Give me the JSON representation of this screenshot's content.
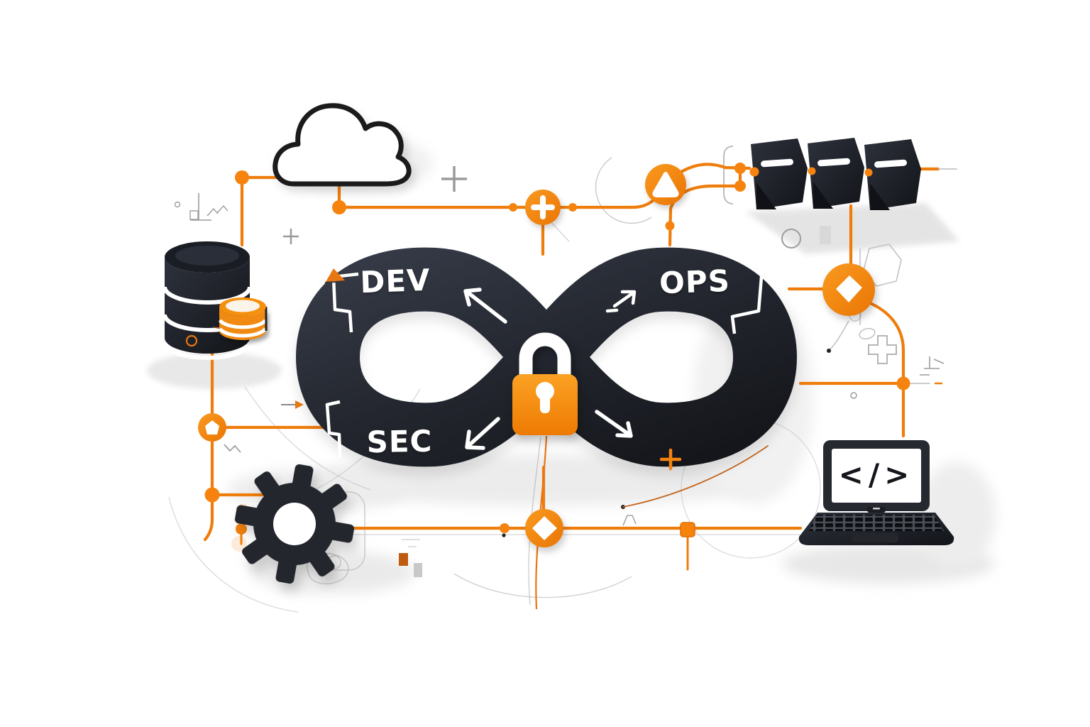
{
  "illustration": {
    "title": "DevSecOps infinity loop illustration",
    "loop": {
      "dev_label": "DEV",
      "ops_label": "OPS",
      "sec_label": "SEC"
    },
    "laptop": {
      "code_label": "</>"
    },
    "colors": {
      "accent_orange": "#F5830E",
      "accent_orange_line": "#EE7D0C",
      "band_dark": "#262A33",
      "band_dark_deep": "#16181D",
      "sketch_gray": "#9C9C9C",
      "white": "#FFFFFF"
    },
    "icons": [
      {
        "name": "cloud-icon"
      },
      {
        "name": "database-icon"
      },
      {
        "name": "cache-database-icon"
      },
      {
        "name": "server-boxes-icon"
      },
      {
        "name": "padlock-icon"
      },
      {
        "name": "gear-icon"
      },
      {
        "name": "laptop-icon"
      },
      {
        "name": "code-icon"
      },
      {
        "name": "plus-node-icon"
      },
      {
        "name": "deploy-node-icon"
      },
      {
        "name": "package-node-icon"
      },
      {
        "name": "home-node-icon"
      },
      {
        "name": "diamond-node-icon"
      }
    ]
  }
}
